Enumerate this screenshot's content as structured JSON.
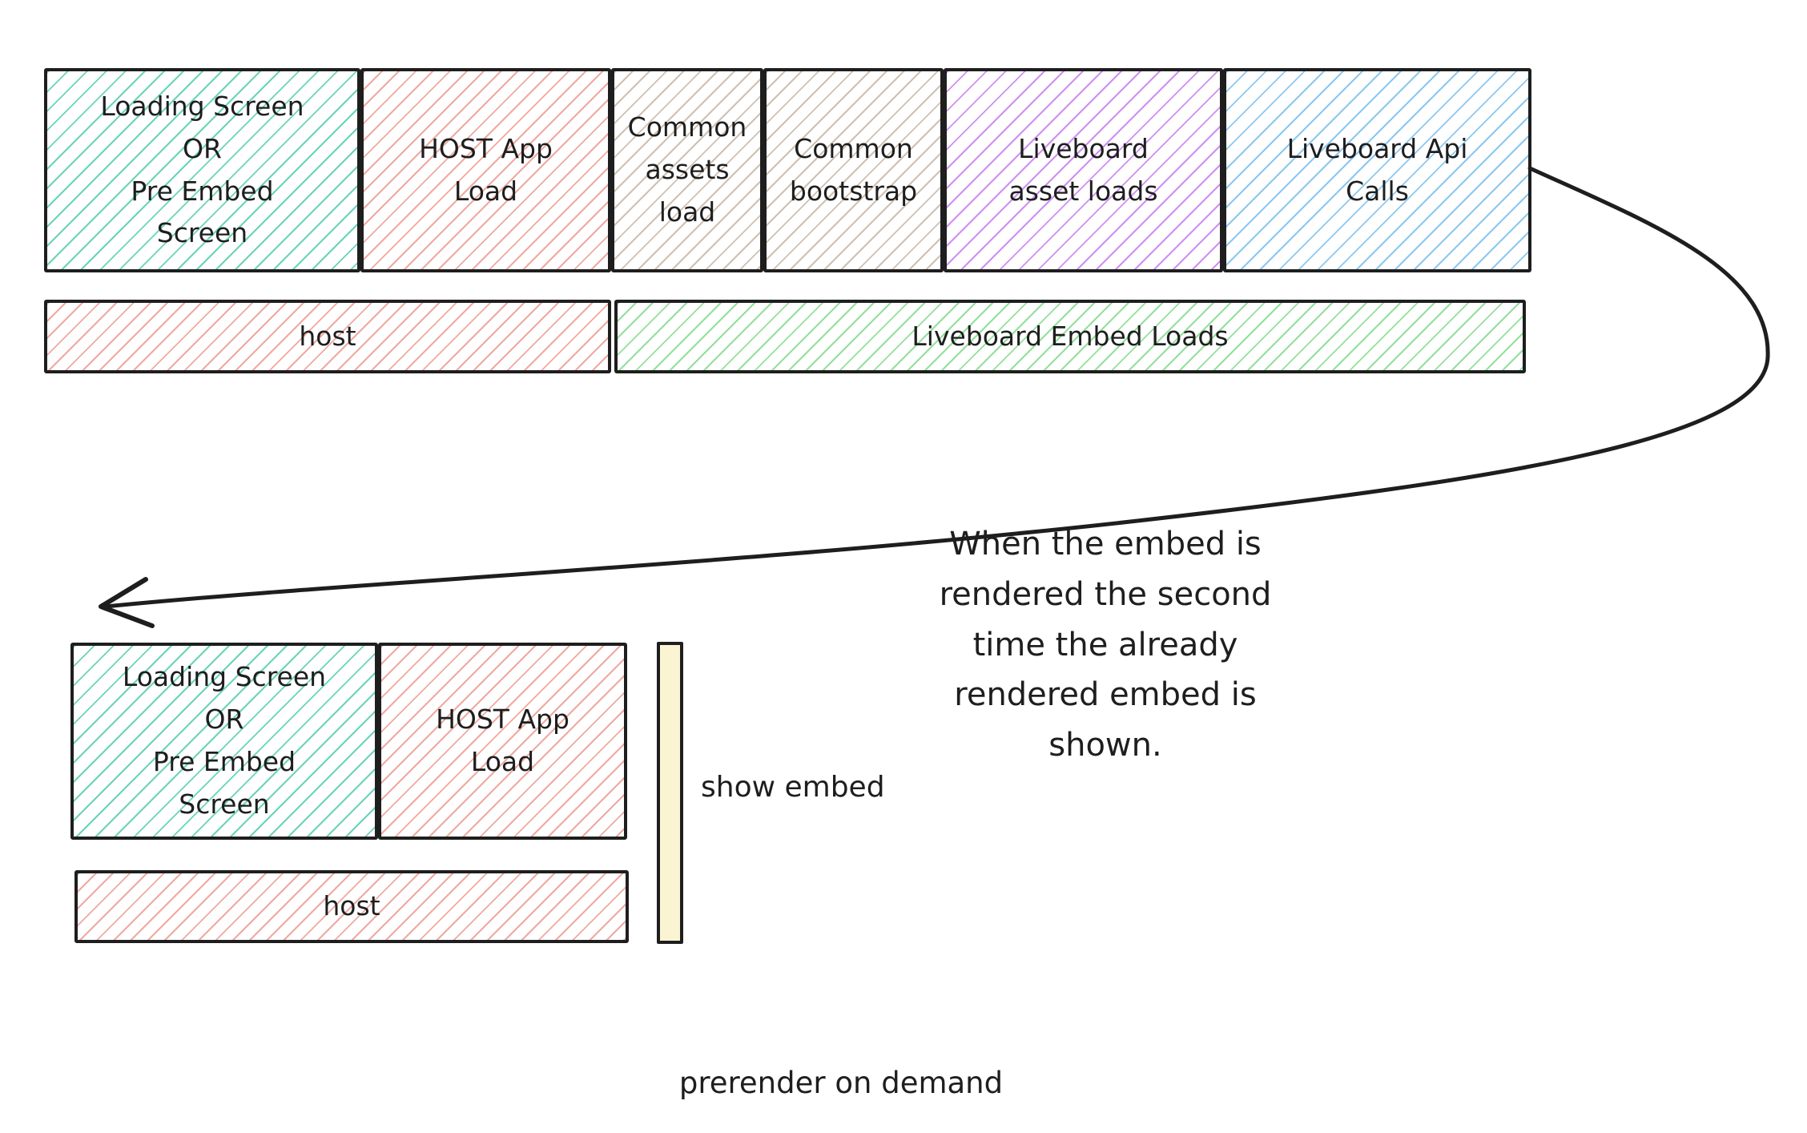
{
  "colors": {
    "ink": "#1e1e1e",
    "teal_hatch": "#6ad4b8",
    "red_hatch": "#f0a9a1",
    "tan_hatch": "#cfc0b2",
    "purple_hatch": "#d08ff2",
    "blue_hatch": "#8cc8f0",
    "green_hatch": "#93e09c",
    "yellow_fill": "#faf4d3"
  },
  "top_row": {
    "boxes": [
      {
        "label": "Loading Screen\nOR\nPre Embed\nScreen"
      },
      {
        "label": "HOST App\nLoad"
      },
      {
        "label": "Common\nassets\nload"
      },
      {
        "label": "Common\nbootstrap"
      },
      {
        "label": "Liveboard\nasset loads"
      },
      {
        "label": "Liveboard Api\nCalls"
      }
    ]
  },
  "lanes": {
    "host_label": "host",
    "embed_label": "Liveboard Embed Loads"
  },
  "annotation": "When the embed is\nrendered the second\ntime the already\nrendered embed is\nshown.",
  "second_render": {
    "boxes": [
      {
        "label": "Loading Screen\nOR\nPre Embed\nScreen"
      },
      {
        "label": "HOST App\nLoad"
      }
    ],
    "host_label": "host",
    "show_embed_label": "show embed"
  },
  "caption": "prerender on demand"
}
